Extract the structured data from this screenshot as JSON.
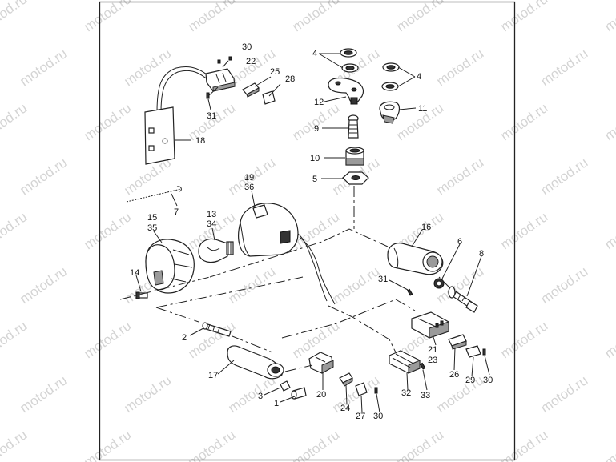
{
  "watermark": "motod.ru",
  "callouts": [
    {
      "id": "c30a",
      "text": "30"
    },
    {
      "id": "c22",
      "text": "22"
    },
    {
      "id": "c31a",
      "text": "31"
    },
    {
      "id": "c18",
      "text": "18"
    },
    {
      "id": "c25",
      "text": "25"
    },
    {
      "id": "c28",
      "text": "28"
    },
    {
      "id": "c4a",
      "text": "4"
    },
    {
      "id": "c4b",
      "text": "4"
    },
    {
      "id": "c12",
      "text": "12"
    },
    {
      "id": "c11",
      "text": "11"
    },
    {
      "id": "c9",
      "text": "9"
    },
    {
      "id": "c10",
      "text": "10"
    },
    {
      "id": "c5",
      "text": "5"
    },
    {
      "id": "c7",
      "text": "7"
    },
    {
      "id": "c19",
      "text": "19"
    },
    {
      "id": "c36",
      "text": "36"
    },
    {
      "id": "c13",
      "text": "13"
    },
    {
      "id": "c34",
      "text": "34"
    },
    {
      "id": "c15",
      "text": "15"
    },
    {
      "id": "c35",
      "text": "35"
    },
    {
      "id": "c16",
      "text": "16"
    },
    {
      "id": "c6",
      "text": "6"
    },
    {
      "id": "c8",
      "text": "8"
    },
    {
      "id": "c14",
      "text": "14"
    },
    {
      "id": "c31b",
      "text": "31"
    },
    {
      "id": "c2",
      "text": "2"
    },
    {
      "id": "c21",
      "text": "21"
    },
    {
      "id": "c23",
      "text": "23"
    },
    {
      "id": "c26",
      "text": "26"
    },
    {
      "id": "c29",
      "text": "29"
    },
    {
      "id": "c30b",
      "text": "30"
    },
    {
      "id": "c17",
      "text": "17"
    },
    {
      "id": "c20",
      "text": "20"
    },
    {
      "id": "c32",
      "text": "32"
    },
    {
      "id": "c33",
      "text": "33"
    },
    {
      "id": "c3",
      "text": "3"
    },
    {
      "id": "c1",
      "text": "1"
    },
    {
      "id": "c24",
      "text": "24"
    },
    {
      "id": "c27",
      "text": "27"
    },
    {
      "id": "c30c",
      "text": "30"
    }
  ]
}
